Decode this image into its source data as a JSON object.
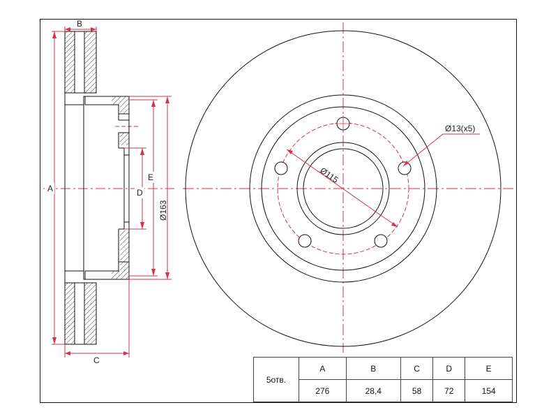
{
  "drawing": {
    "dim_labels": {
      "a": "A",
      "b": "B",
      "c": "C",
      "d": "D",
      "e": "E",
      "hub_dia": "Ø163",
      "pcd": "Ø115",
      "bolt_holes": "Ø13(x5)"
    },
    "colors": {
      "outline": "#111111",
      "dimension_red": "#d9304a",
      "hatch": "#444444"
    }
  },
  "table": {
    "holes_label": "5отв.",
    "headers": [
      "A",
      "B",
      "C",
      "D",
      "E"
    ],
    "values": [
      "276",
      "28,4",
      "58",
      "72",
      "154"
    ]
  }
}
